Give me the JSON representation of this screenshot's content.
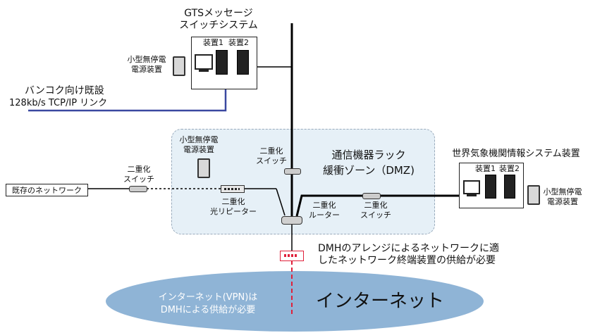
{
  "gts": {
    "title_line1": "GTSメッセージ",
    "title_line2": "スイッチシステム",
    "device1": "装置1",
    "device2": "装置2"
  },
  "ups_gts": {
    "line1": "小型無停電",
    "line2": "電源装置"
  },
  "bangkok": {
    "line1": "バンコク向け既設",
    "line2": "128kb/s TCP/IP リンク"
  },
  "dmz": {
    "title_line1": "通信機器ラック",
    "title_line2": "緩衝ゾーン（DMZ)"
  },
  "ups_dmz": {
    "line1": "小型無停電",
    "line2": "電源装置"
  },
  "switch_top": {
    "line1": "二重化",
    "line2": "スイッチ"
  },
  "switch_left": {
    "line1": "二重化",
    "line2": "スイッチ"
  },
  "existing_network": "既存のネットワーク",
  "repeater": {
    "line1": "二重化",
    "line2": "光リピーター"
  },
  "router": {
    "line1": "二重化",
    "line2": "ルーター"
  },
  "switch_right": {
    "line1": "二重化",
    "line2": "スイッチ"
  },
  "wis": {
    "title": "世界気象機関情報システム装置",
    "device1": "装置1",
    "device2": "装置2"
  },
  "ups_wis": {
    "line1": "小型無停電",
    "line2": "電源装置"
  },
  "dmh_note": {
    "line1": "DMHのアレンジによるネットワークに適",
    "line2": "したネットワーク終端装置の供給が必要"
  },
  "internet": {
    "label": "インターネット",
    "vpn_line1": "インターネット(VPN)は",
    "vpn_line2": "DMHによる供給が必要"
  }
}
